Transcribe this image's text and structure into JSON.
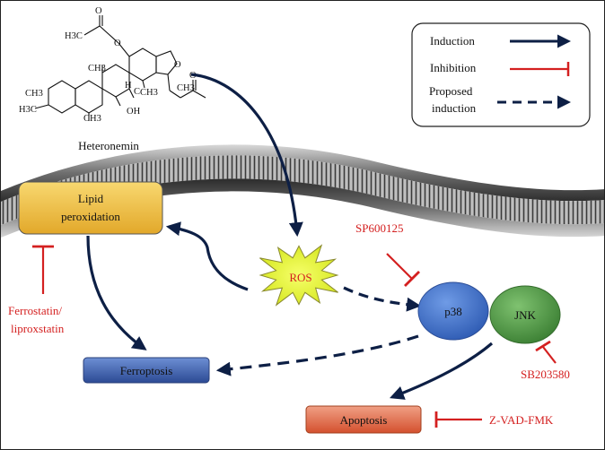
{
  "molecule": {
    "name": "Heteronemin",
    "labels": {
      "acetyl_top_ch3": "H3C",
      "acetyl_top_o": "O",
      "ring_o": "O",
      "ch3_a": "CH3",
      "ch3_b": "CH3",
      "ch3_c": "CH3",
      "ch3_d": "CH3",
      "h3c_left": "H3C",
      "h_label": "H",
      "c_label": "C",
      "oh_label": "OH",
      "acetyl_right_o": "O",
      "acetyl_right_ch3": "CH3"
    }
  },
  "legend": {
    "induction": "Induction",
    "inhibition": "Inhibition",
    "proposed_line1": "Proposed",
    "proposed_line2": "induction"
  },
  "nodes": {
    "lipid_line1": "Lipid",
    "lipid_line2": "peroxidation",
    "ros": "ROS",
    "p38": "p38",
    "jnk": "JNK",
    "ferroptosis": "Ferroptosis",
    "apoptosis": "Apoptosis"
  },
  "inhibitors": {
    "sp600125": "SP600125",
    "sb203580": "SB203580",
    "zvad": "Z-VAD-FMK",
    "ferrostatin_line1": "Ferrostatin/",
    "ferrostatin_line2": "liproxstatin"
  },
  "colors": {
    "induction": "#0d1f45",
    "inhibition": "#d42020",
    "lipid_box": "#f2c13a",
    "ros_burst": "#e6f52a",
    "p38": "#3f6fc9",
    "jnk": "#4a9a42",
    "ferroptosis_box": "#3a5aa8",
    "apoptosis_box": "#e06a46",
    "membrane": "#7a7a7a"
  }
}
